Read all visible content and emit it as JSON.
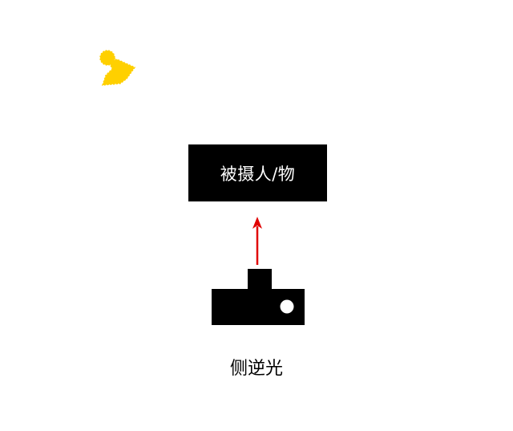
{
  "diagram": {
    "subject": {
      "label": "被摄人/物"
    },
    "caption": "侧逆光",
    "light_source": {
      "icon": "light-icon",
      "color": "#FFD000"
    },
    "arrow": {
      "color": "#E00000",
      "direction": "up"
    },
    "camera": {
      "icon": "camera-icon",
      "color": "#000000",
      "lens_color": "#ffffff"
    }
  }
}
